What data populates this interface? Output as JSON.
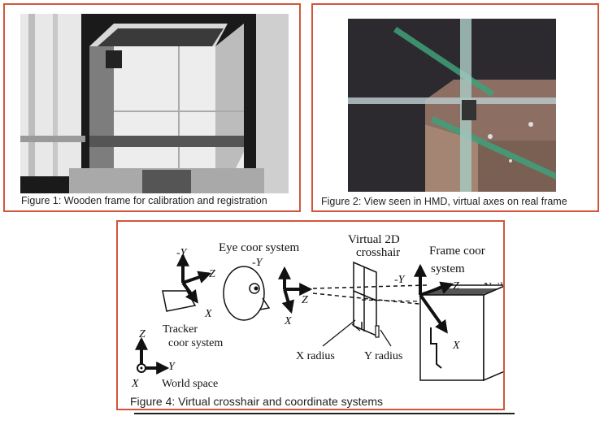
{
  "figures": [
    {
      "caption": "Figure 1: Wooden frame for calibration and registration"
    },
    {
      "caption": "Figure 2: View seen in HMD, virtual axes on real frame"
    },
    {
      "caption": "Figure 4: Virtual crosshair and coordinate systems"
    }
  ],
  "diagram": {
    "labels": {
      "eye_system": "Eye coor system",
      "virtual_crosshair_line1": "Virtual 2D",
      "virtual_crosshair_line2": "crosshair",
      "frame_system_line1": "Frame coor",
      "frame_system_line2": "system",
      "nail": "Nail",
      "tracker_line1": "Tracker",
      "tracker_line2": "coor system",
      "x_radius": "X radius",
      "y_radius": "Y radius",
      "world_space": "World space"
    },
    "axes": {
      "neg_y": "-Y",
      "z": "Z",
      "x": "X",
      "y": "Y"
    }
  }
}
